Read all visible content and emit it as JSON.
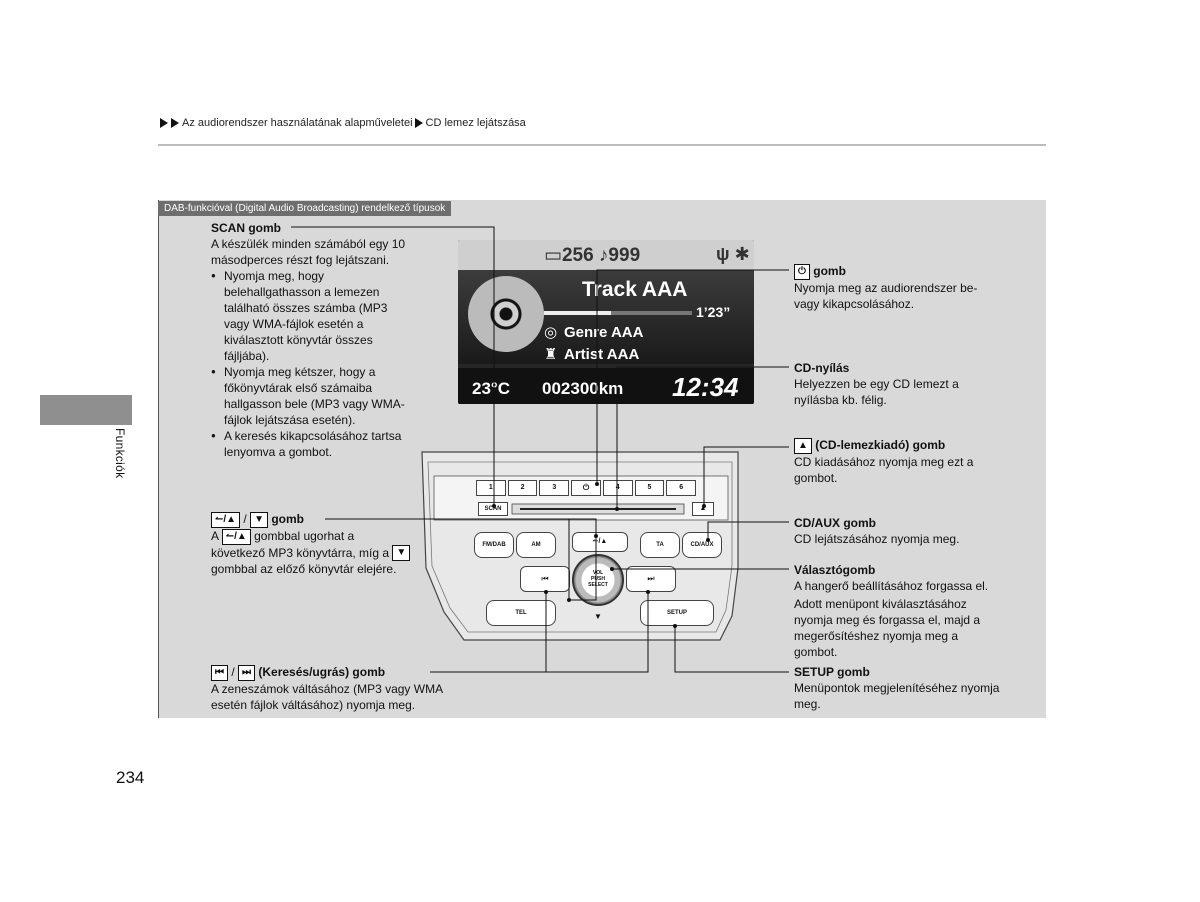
{
  "header": {
    "breadcrumb_1": "Az audiorendszer használatának alapműveletei",
    "breadcrumb_2": "CD lemez lejátszása"
  },
  "side": {
    "label": "Funkciók"
  },
  "panel": {
    "title": "DAB-funkcióval (Digital Audio Broadcasting) rendelkező típusok"
  },
  "scan": {
    "title": "SCAN gomb",
    "desc": "A készülék minden számából egy 10 másodperces részt fog lejátszani.",
    "bullets": [
      "Nyomja meg, hogy belehallgathasson a lemezen található összes számba (MP3 vagy WMA-fájlok esetén a kiválasztott könyvtár összes fájljába).",
      "Nyomja meg kétszer, hogy a főkönyvtárak első számaiba hallgasson bele (MP3 vagy WMA-fájlok lejátszása esetén).",
      "A keresés kikapcsolásához tartsa lenyomva a gombot."
    ]
  },
  "folder": {
    "key1": "↼/▲",
    "sep": "/",
    "key2": "▼",
    "title": "gomb",
    "desc_a": "A",
    "desc_b": "gombbal ugorhat a következő MP3 könyvtárra, míg a",
    "desc_c": "gombbal az előző könyvtár elejére."
  },
  "seek": {
    "key1": "⏮",
    "sep": "/",
    "key2": "⏭",
    "title": "(Keresés/ugrás) gomb",
    "desc": "A zeneszámok váltásához (MP3 vagy WMA esetén fájlok váltásához) nyomja meg."
  },
  "power": {
    "key": "⏻",
    "title": "gomb",
    "desc": "Nyomja meg az audiorendszer be- vagy kikapcsolásához."
  },
  "cdslot": {
    "title": "CD-nyílás",
    "desc": "Helyezzen be egy CD lemezt a nyílásba kb. félig."
  },
  "eject": {
    "key": "▲",
    "title": "(CD-lemezkiadó) gomb",
    "desc": "CD kiadásához nyomja meg ezt a gombot."
  },
  "cdaux": {
    "title": "CD/AUX gomb",
    "desc": "CD lejátszásához nyomja meg."
  },
  "selector": {
    "title": "Választógomb",
    "desc1": "A hangerő beállításához forgassa el.",
    "desc2": "Adott menüpont kiválasztásához nyomja meg és forgassa el, majd a megerősítéshez nyomja meg a gombot."
  },
  "setup": {
    "title": "SETUP gomb",
    "desc": "Menüpontok megjelenítéséhez nyomja meg."
  },
  "display": {
    "counts": "▭256 ♪999",
    "track": "Track AAA",
    "time": "1’23”",
    "genre": "Genre AAA",
    "artist": "Artist AAA",
    "temp": "23°C",
    "odo": "002300km",
    "clock": "12:34"
  },
  "unit": {
    "presets": [
      "1",
      "2",
      "3",
      "⏻",
      "4",
      "5",
      "6"
    ],
    "scan": "SCAN",
    "eject": "▲",
    "fm": "FM/DAB",
    "am": "AM",
    "folder": "↼/▲",
    "ta": "TA",
    "cdaux": "CD/AUX",
    "prev": "⏮",
    "next": "⏭",
    "knob": "VOL PUSH SELECT",
    "tel": "TEL",
    "down": "▼",
    "setup": "SETUP"
  },
  "page": {
    "number": "234"
  }
}
